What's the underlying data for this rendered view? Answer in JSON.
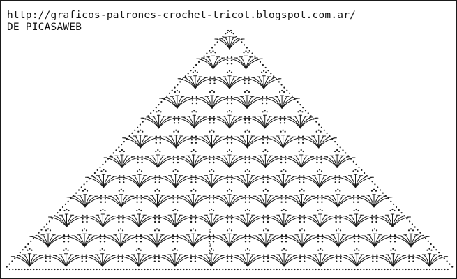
{
  "caption": {
    "url": "http://graficos-patrones-crochet-tricot.blogspot.com.ar/",
    "credit": "DE PICASAWEB"
  },
  "diagram": {
    "type": "crochet-chart",
    "shape": "triangle",
    "stitch_marks": [
      "chain-dot",
      "double-crochet-fan",
      "picot-tip"
    ],
    "center_row_numbers": [
      "1",
      "2",
      "3",
      "4",
      "5"
    ],
    "colors": {
      "ink": "#1a1a1a",
      "background": "#ffffff"
    }
  }
}
